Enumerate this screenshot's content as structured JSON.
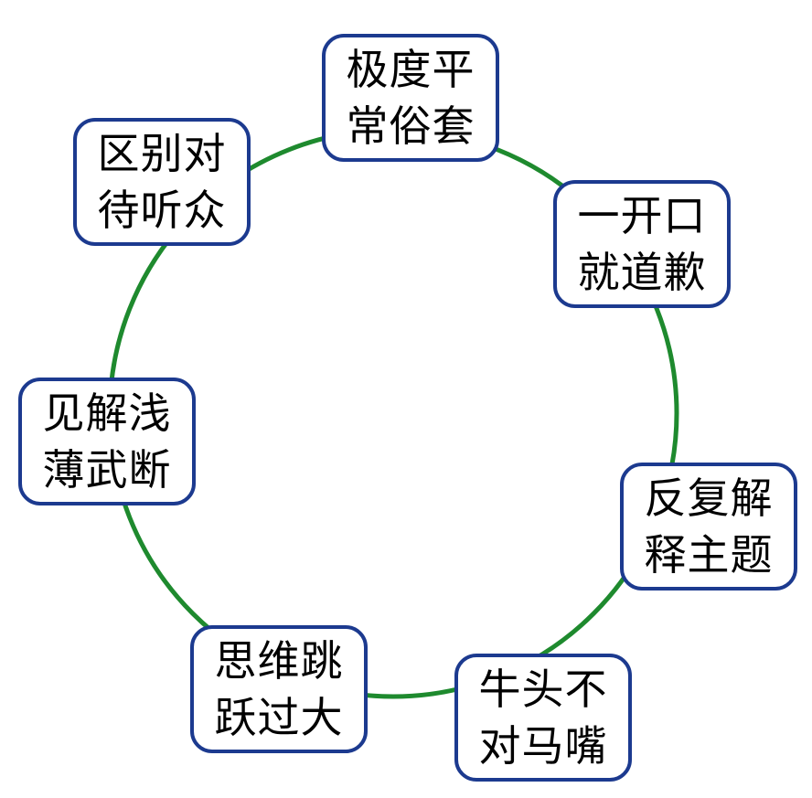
{
  "diagram": {
    "ring_color": "#1e8a2e",
    "box_border_color": "#1c3a8f",
    "nodes": [
      {
        "line1": "极度平",
        "line2": "常俗套"
      },
      {
        "line1": "一开口",
        "line2": "就道歉"
      },
      {
        "line1": "反复解",
        "line2": "释主题"
      },
      {
        "line1": "牛头不",
        "line2": "对马嘴"
      },
      {
        "line1": "思维跳",
        "line2": "跃过大"
      },
      {
        "line1": "见解浅",
        "line2": "薄武断"
      },
      {
        "line1": "区别对",
        "line2": "待听众"
      }
    ]
  }
}
